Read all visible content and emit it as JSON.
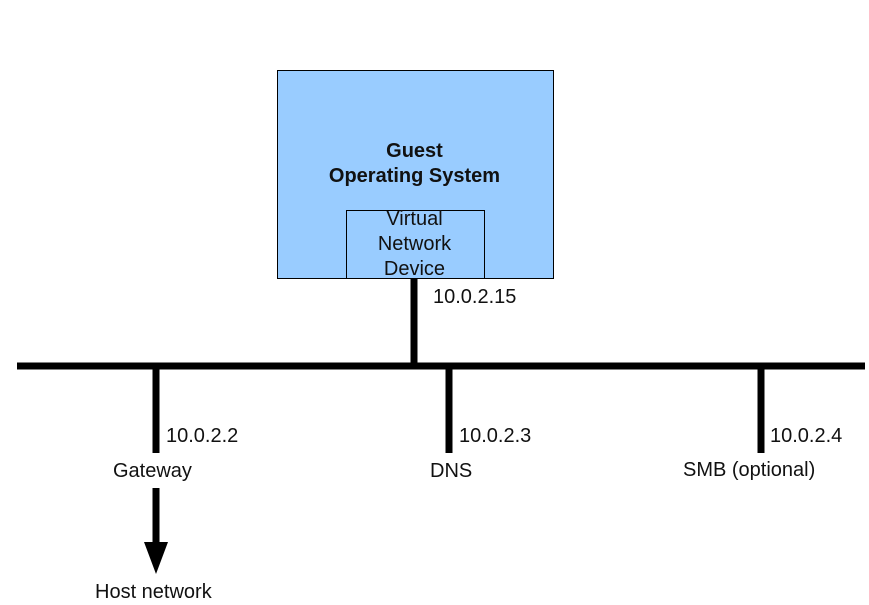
{
  "colors": {
    "guest_fill": "#99ccff",
    "line": "#000000",
    "text": "#111111",
    "background": "#ffffff"
  },
  "guest": {
    "title_line1": "Guest",
    "title_line2": "Operating System"
  },
  "virtual_device": {
    "line1": "Virtual",
    "line2": "Network",
    "line3": "Device",
    "ip": "10.0.2.15"
  },
  "gateway": {
    "ip": "10.0.2.2",
    "label": "Gateway"
  },
  "dns": {
    "ip": "10.0.2.3",
    "label": "DNS"
  },
  "smb": {
    "ip": "10.0.2.4",
    "label": "SMB (optional)"
  },
  "host_network": {
    "label": "Host network"
  }
}
